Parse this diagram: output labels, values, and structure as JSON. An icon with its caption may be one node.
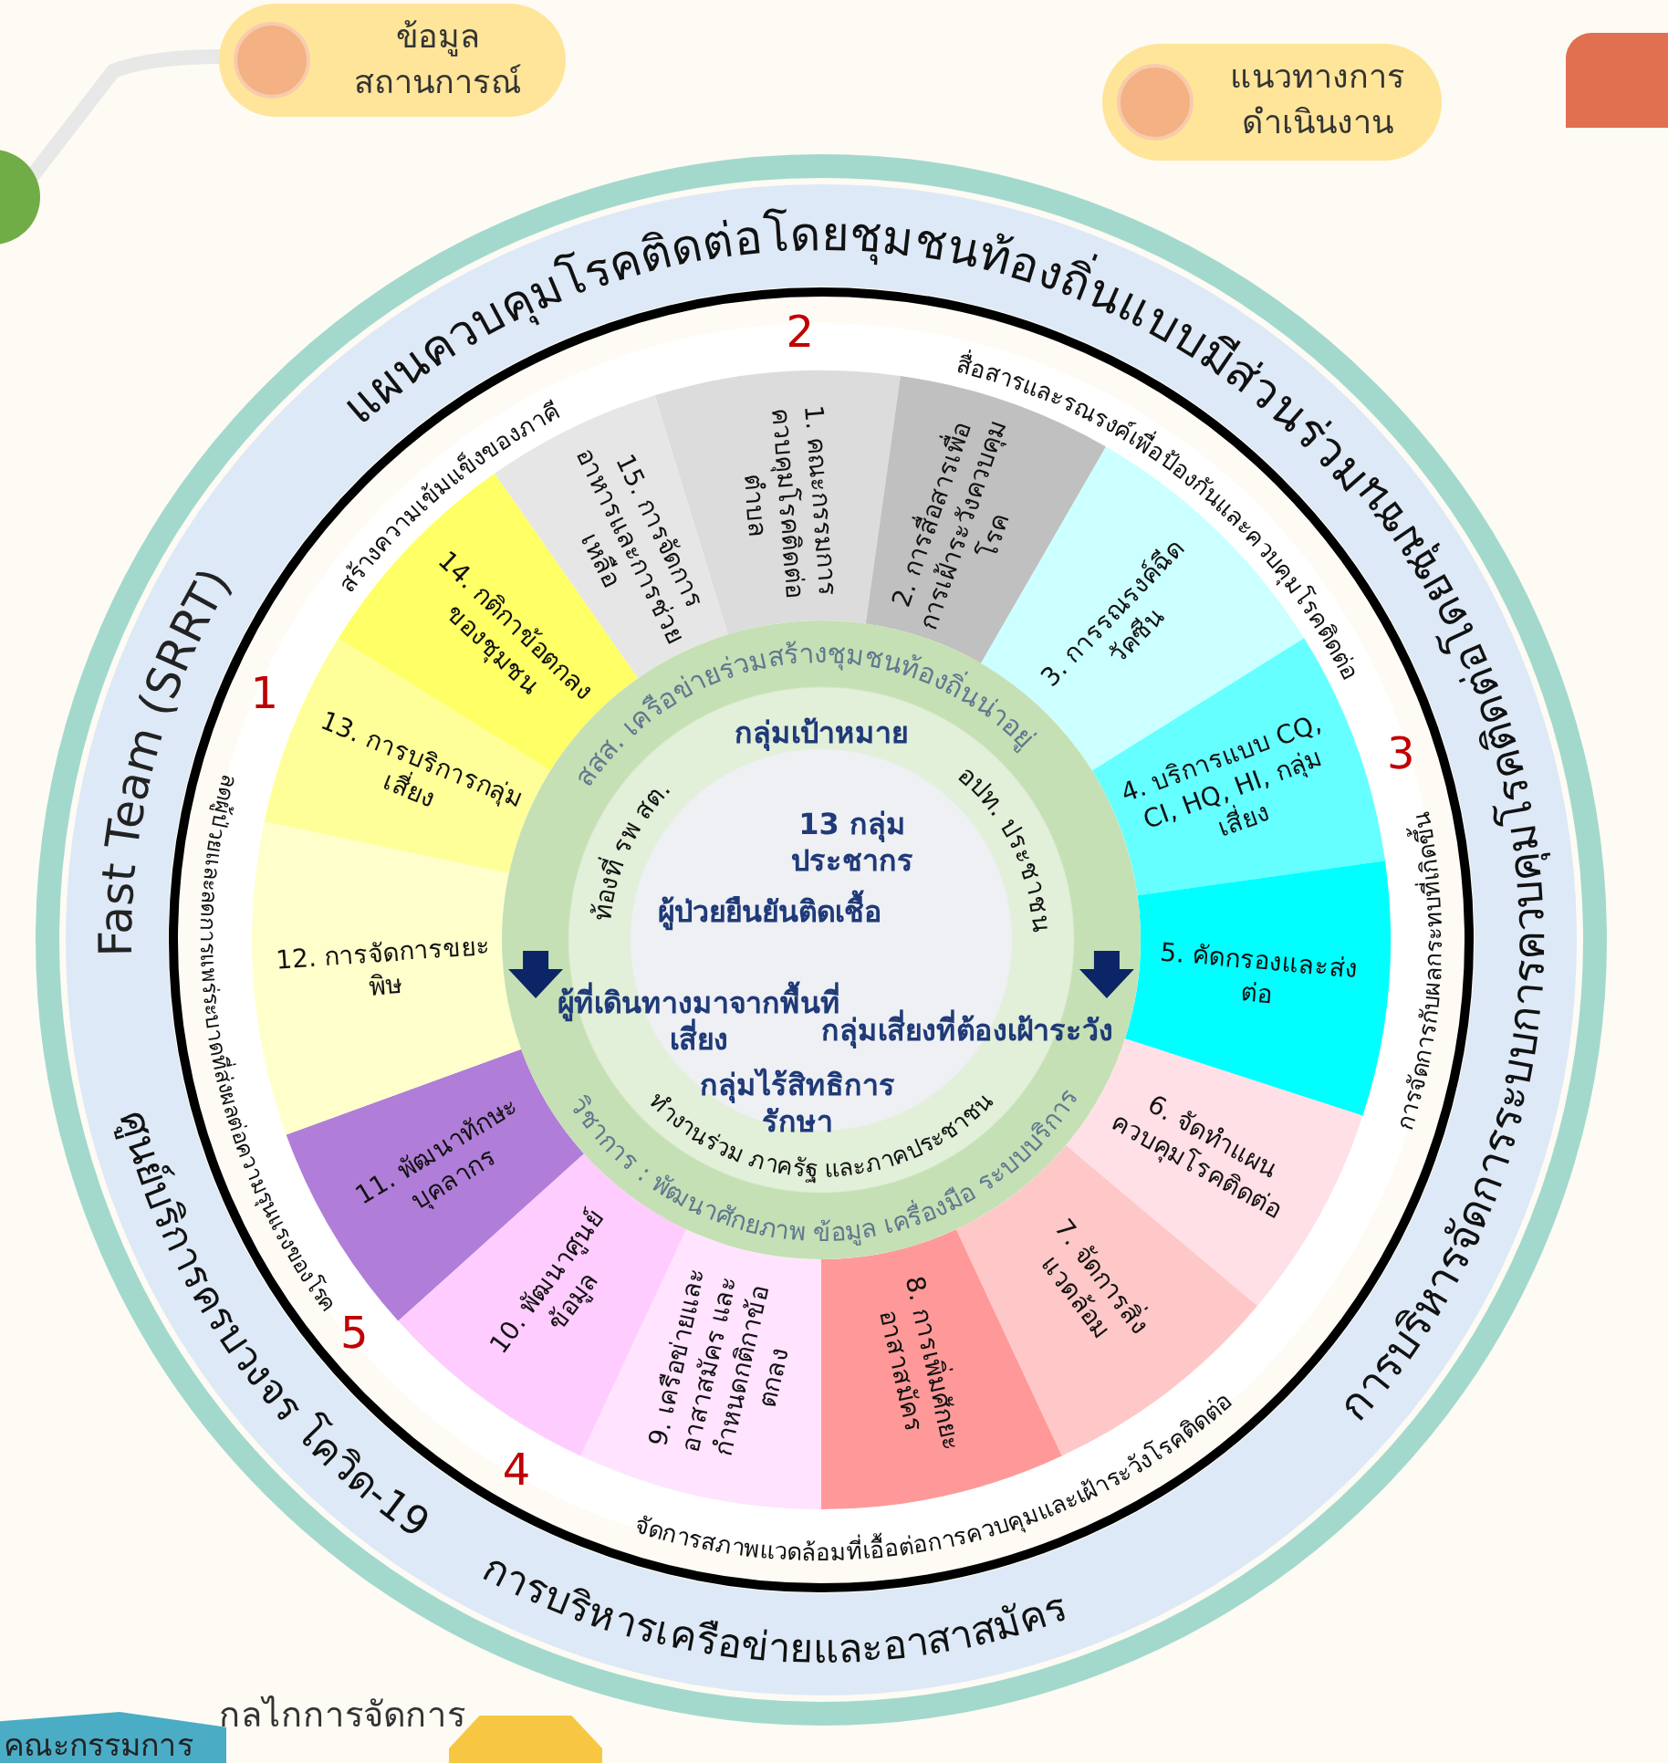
{
  "diagram": {
    "nodes": [
      {
        "text": [],
        "shape": "circle"
      },
      {
        "text": [
          "ข้อมูล สถานการณ์"
        ]
      },
      {
        "text": [
          "แนวทางการ ดำเนินงาน"
        ]
      },
      {
        "text": [
          "กลุ่มเป้าหมาย",
          "13 กลุ่ม ประชากร",
          "ผู้ป่วยยืนยันติดเชื้อ",
          "ผู้ที่เดินทางมาจากพื้นที่เสี่ยง",
          "กลุ่มเสี่ยงที่ต้องเฝ้าระวัง",
          "กลุ่มไร้สิทธิการรักษา"
        ]
      },
      {
        "text": [
          "1. คณะกรรมการควบคุมโรคติดต่อตำบล"
        ]
      },
      {
        "text": [
          "2. การสื่อสารเพื่อการเฝ้าระวังควบคุมโรค"
        ]
      },
      {
        "text": [
          "3. การรณรงค์ฉีดวัคซีน"
        ]
      },
      {
        "text": [
          "4. บริการแบบ CQ, CI, HQ, HI, กลุ่มเสี่ยง"
        ]
      },
      {
        "text": [
          "5. คัดกรองและส่งต่อ"
        ]
      },
      {
        "text": [
          "6. จัดทำแผนควบคุมโรคติดต่อ"
        ]
      },
      {
        "text": [
          "7. จัดการสิ่งแวดล้อม"
        ]
      },
      {
        "text": [
          "8. การเพิ่มศักยะอาสาสมัคร"
        ]
      },
      {
        "text": [
          "9. เครือข่ายและอาสาสมัคร และกำหนดกติกาข้อตกลง"
        ]
      },
      {
        "text": [
          "10. พัฒนาศูนย์ข้อมูล"
        ]
      },
      {
        "text": [
          "11. พัฒนาทักษะบุคลากร"
        ]
      },
      {
        "text": [
          "12. การจัดการขยะพิษ"
        ]
      },
      {
        "text": [
          "13. การบริการกลุ่มเสี่ยง"
        ]
      },
      {
        "text": [
          "14. กติกาข้อตกลงของชุมชน"
        ]
      },
      {
        "text": [
          "15. การจัดการอาหารและการช่วยเหลือ"
        ]
      },
      {
        "text": [
          "คณะกรรมการ"
        ]
      },
      {
        "text": [],
        "shape": "hexagon"
      },
      {
        "text": [],
        "shape": "box"
      }
    ],
    "edges": [
      {
        "from": 0,
        "to": 1,
        "arrow": "none"
      }
    ],
    "labels": [
      "แผนควบคุมโรคติดต่อโดยชุมชนท้องถิ่นแบบมีส่วนร่วม",
      "Fast Team (SRRT)",
      "การบริหารจัดการระบบการควบคุมโรคติดต่อโดยชุมชน",
      "ศูนย์บริการครบวงจร โควิด-19",
      "การบริหารเครือข่ายและอาสาสมัคร",
      "1",
      "สร้างความเข้มแข็งของภาคี",
      "2",
      "สื่อสารและรณรงค์เพื่อป้องกันและควบคุมโรคติดต่อ",
      "3",
      "การจัดการกับผลกระทบที่เกิดขึ้น",
      "4",
      "จัดการสภาพแวดล้อมที่เอื้อต่อการควบคุมและเฝ้าระวังโรคติดต่อ",
      "5",
      "ลดผู้ป่วยและลดการแพร่ระบาดที่ส่งผลต่อความรุนแรงของโรค",
      "สสส. เครือข่ายร่วมสร้างชุมชนท้องถิ่นน่าอยู่",
      "วิชาการ : พัฒนาศักยภาพ ข้อมูล เครื่องมือ ระบบบริการ",
      "ท้องที่ รพ สต.",
      "อปท. ประชาชน",
      "ทำงานร่วม ภาครัฐ และภาคประชาชน",
      "กลไกการจัดการ"
    ]
  }
}
